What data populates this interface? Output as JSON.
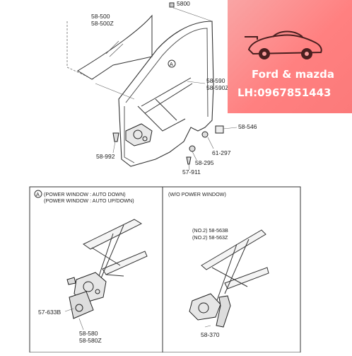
{
  "banner": {
    "brand": "Ford & mazda",
    "contact": "LH:0967851443"
  },
  "upper_diagram": {
    "part_numbers": {
      "top": "5800",
      "glass_1": "58-500",
      "glass_2": "58-500Z",
      "regulator_1": "58-590",
      "regulator_2": "58-590Z",
      "clip": "58-546",
      "bolt": "61-297",
      "nut": "58-295",
      "screw": "58-992",
      "bottom": "57-911"
    },
    "callout": "A"
  },
  "detail_a": {
    "marker": "A",
    "caption_1": "(POWER WINDOW : AUTO DOWN)",
    "caption_2": "(POWER WINDOW : AUTO UP/DOWN)",
    "part_numbers": {
      "motor": "57-633B",
      "regulator_1": "58-580",
      "regulator_2": "58-580Z"
    }
  },
  "detail_b": {
    "caption": "(W/O POWER WINDOW)",
    "part_numbers": {
      "label_1": "(NO.2)  58-563B",
      "label_2": "(NO.2)  58-563Z",
      "handle": "58-370"
    }
  }
}
